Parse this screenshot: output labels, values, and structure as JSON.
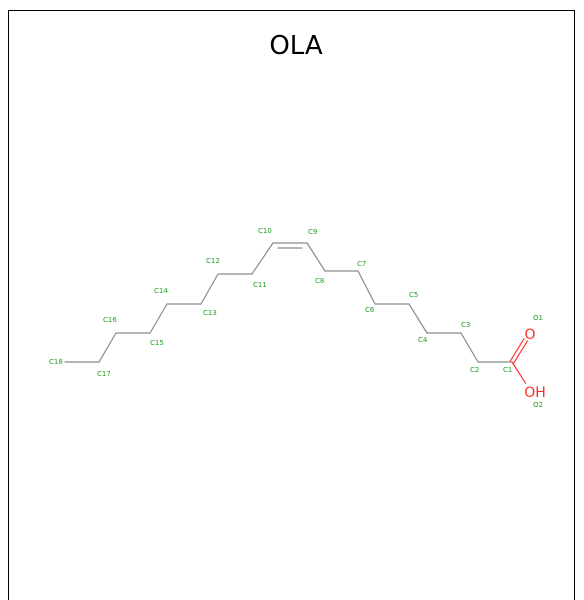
{
  "title": "OLA",
  "colors": {
    "carbon_label": "#1fa01f",
    "oxygen": "#ff2a2a",
    "bond": "#8a8a8a",
    "border": "#000000"
  },
  "atoms": [
    {
      "id": "C1",
      "label": "C1"
    },
    {
      "id": "C2",
      "label": "C2"
    },
    {
      "id": "C3",
      "label": "C3"
    },
    {
      "id": "C4",
      "label": "C4"
    },
    {
      "id": "C5",
      "label": "C5"
    },
    {
      "id": "C6",
      "label": "C6"
    },
    {
      "id": "C7",
      "label": "C7"
    },
    {
      "id": "C8",
      "label": "C8"
    },
    {
      "id": "C9",
      "label": "C9"
    },
    {
      "id": "C10",
      "label": "C10"
    },
    {
      "id": "C11",
      "label": "C11"
    },
    {
      "id": "C12",
      "label": "C12"
    },
    {
      "id": "C13",
      "label": "C13"
    },
    {
      "id": "C14",
      "label": "C14"
    },
    {
      "id": "C15",
      "label": "C15"
    },
    {
      "id": "C16",
      "label": "C16"
    },
    {
      "id": "C17",
      "label": "C17"
    },
    {
      "id": "C18",
      "label": "C18"
    },
    {
      "id": "O1",
      "label": "O1",
      "symbol": "O"
    },
    {
      "id": "O2",
      "label": "O2",
      "symbol": "OH"
    }
  ],
  "bonds": [
    {
      "from": "C18",
      "to": "C17",
      "order": 1
    },
    {
      "from": "C17",
      "to": "C16",
      "order": 1
    },
    {
      "from": "C16",
      "to": "C15",
      "order": 1
    },
    {
      "from": "C15",
      "to": "C14",
      "order": 1
    },
    {
      "from": "C14",
      "to": "C13",
      "order": 1
    },
    {
      "from": "C13",
      "to": "C12",
      "order": 1
    },
    {
      "from": "C12",
      "to": "C11",
      "order": 1
    },
    {
      "from": "C11",
      "to": "C10",
      "order": 1
    },
    {
      "from": "C10",
      "to": "C9",
      "order": 2
    },
    {
      "from": "C9",
      "to": "C8",
      "order": 1
    },
    {
      "from": "C8",
      "to": "C7",
      "order": 1
    },
    {
      "from": "C7",
      "to": "C6",
      "order": 1
    },
    {
      "from": "C6",
      "to": "C5",
      "order": 1
    },
    {
      "from": "C5",
      "to": "C4",
      "order": 1
    },
    {
      "from": "C4",
      "to": "C3",
      "order": 1
    },
    {
      "from": "C3",
      "to": "C2",
      "order": 1
    },
    {
      "from": "C2",
      "to": "C1",
      "order": 1
    },
    {
      "from": "C1",
      "to": "O1",
      "order": 2
    },
    {
      "from": "C1",
      "to": "O2",
      "order": 1
    }
  ]
}
